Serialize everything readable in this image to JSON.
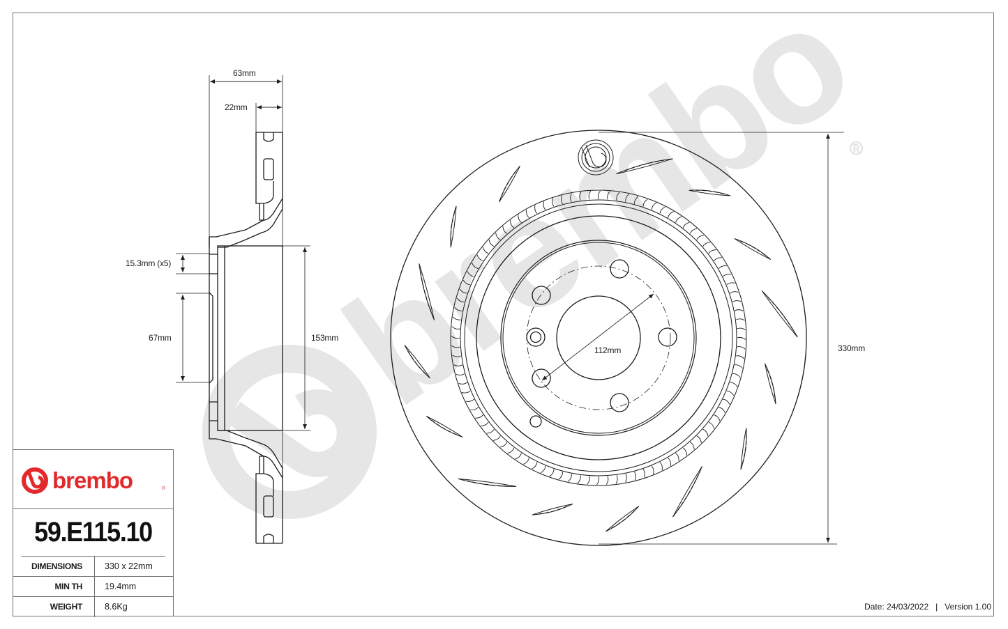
{
  "brand": {
    "name": "brembo",
    "registered_mark": "®",
    "logo_color": "#E2292B",
    "watermark_color": "#E6E6E6"
  },
  "product": {
    "part_number": "59.E115.10"
  },
  "specs": [
    {
      "label": "DIMENSIONS",
      "value": "330 x 22mm"
    },
    {
      "label": "MIN TH",
      "value": "19.4mm"
    },
    {
      "label": "WEIGHT",
      "value": "8.6Kg"
    }
  ],
  "side_view": {
    "dims": {
      "overall_height": "63mm",
      "thickness": "22mm",
      "bolt_hole": "15.3mm (x5)",
      "center_bore": "67mm",
      "hat_diameter": "153mm"
    }
  },
  "front_view": {
    "dims": {
      "pcd": "112mm",
      "outer_diameter": "330mm"
    },
    "bolt_holes": 5,
    "slots": 16
  },
  "footer": {
    "date": "Date: 24/03/2022",
    "separator": "|",
    "version": "Version 1.00"
  }
}
